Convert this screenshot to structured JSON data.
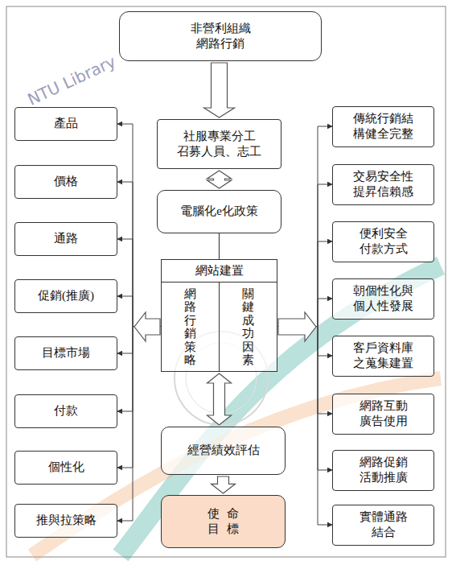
{
  "diagram": {
    "nodes": [
      {
        "text": [
          "非營利組織 網路行銷"
        ]
      },
      {
        "text": [
          "社服專業分工 召募人員、志工"
        ]
      },
      {
        "text": [
          "電腦化e化政策"
        ]
      },
      {
        "text": [
          "網站建置"
        ]
      },
      {
        "text": [
          "網路行銷策略"
        ],
        "in": 3
      },
      {
        "text": [
          "關鍵成功因素"
        ],
        "in": 3
      },
      {
        "text": [
          "經營績效評估"
        ]
      },
      {
        "text": [
          "使命 目標"
        ]
      },
      {
        "text": [
          "產品"
        ]
      },
      {
        "text": [
          "價格"
        ]
      },
      {
        "text": [
          "通路"
        ]
      },
      {
        "text": [
          "促銷(推廣)"
        ]
      },
      {
        "text": [
          "目標市場"
        ]
      },
      {
        "text": [
          "付款"
        ]
      },
      {
        "text": [
          "個性化"
        ]
      },
      {
        "text": [
          "推與拉策略"
        ]
      },
      {
        "text": [
          "傳統行銷結 構健全完整"
        ]
      },
      {
        "text": [
          "交易安全性 提昇信賴感"
        ]
      },
      {
        "text": [
          "便利安全 付款方式"
        ]
      },
      {
        "text": [
          "朝個性化與 個人性發展"
        ]
      },
      {
        "text": [
          "客戶資料庫 之蒐集建置"
        ]
      },
      {
        "text": [
          "網路互動 廣告使用"
        ]
      },
      {
        "text": [
          "網路促銷 活動推廣"
        ]
      },
      {
        "text": [
          "實體通路 結合"
        ]
      }
    ],
    "edges": [
      {
        "from": 0,
        "to": 1,
        "arrow": "to"
      },
      {
        "from": 1,
        "to": 2,
        "arrow": "both"
      },
      {
        "from": 2,
        "to": 3,
        "arrow": "none"
      },
      {
        "from": 3,
        "to": 6,
        "arrow": "both"
      },
      {
        "from": 6,
        "to": 7,
        "arrow": "to"
      },
      {
        "from": 4,
        "to": 8,
        "arrow": "to"
      },
      {
        "from": 4,
        "to": 9,
        "arrow": "to"
      },
      {
        "from": 4,
        "to": 10,
        "arrow": "to"
      },
      {
        "from": 4,
        "to": 11,
        "arrow": "to"
      },
      {
        "from": 4,
        "to": 12,
        "arrow": "to"
      },
      {
        "from": 4,
        "to": 13,
        "arrow": "to"
      },
      {
        "from": 4,
        "to": 14,
        "arrow": "to"
      },
      {
        "from": 4,
        "to": 15,
        "arrow": "to"
      },
      {
        "from": 5,
        "to": 16,
        "arrow": "to"
      },
      {
        "from": 5,
        "to": 17,
        "arrow": "to"
      },
      {
        "from": 5,
        "to": 18,
        "arrow": "to"
      },
      {
        "from": 5,
        "to": 19,
        "arrow": "to"
      },
      {
        "from": 5,
        "to": 20,
        "arrow": "to"
      },
      {
        "from": 5,
        "to": 21,
        "arrow": "to"
      },
      {
        "from": 5,
        "to": 22,
        "arrow": "to"
      },
      {
        "from": 5,
        "to": 23,
        "arrow": "to"
      }
    ],
    "labels": [
      "NTU Library"
    ]
  }
}
